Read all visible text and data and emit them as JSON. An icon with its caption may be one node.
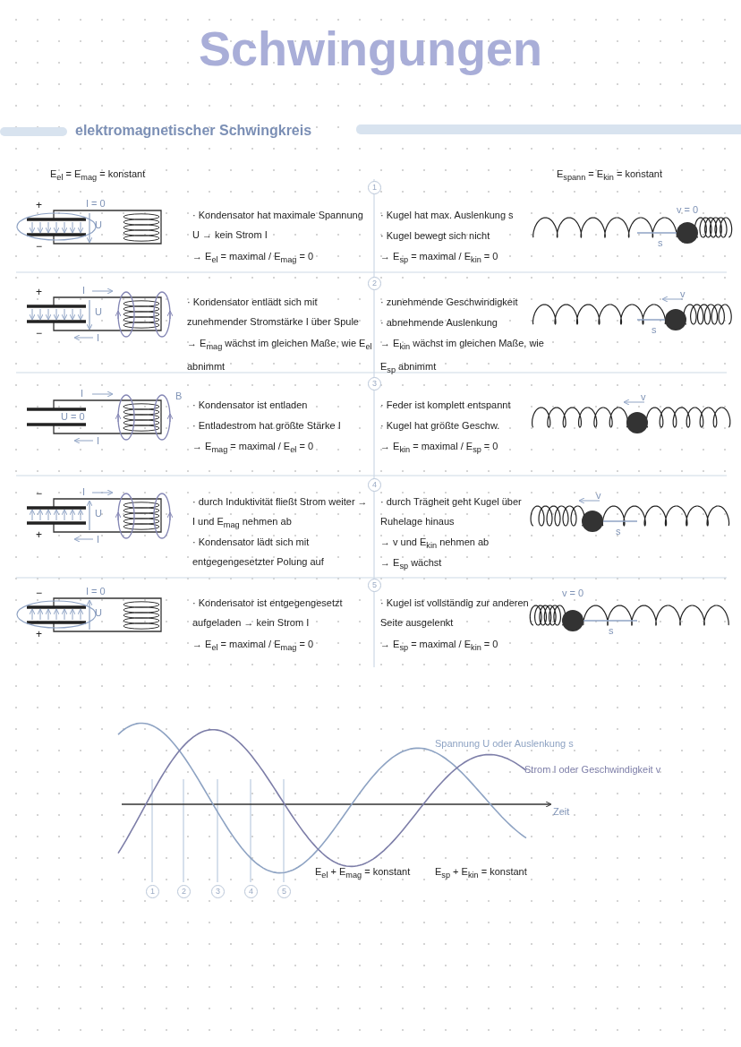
{
  "diagram": {
    "title": "Schwingungen",
    "labels": [
      "elektromagnetischer Schwingkreis",
      "E$_{el}$ = E$_{mag}$ = konstant",
      "E$_{spann}$ = E$_{kin}$ = konstant",
      "1",
      "+",
      "I = 0",
      "U",
      "−",
      "· Kondensator hat maximale Spannung U → kein Strom I",
      "→ E$_{el}$ = maximal / E$_{mag}$ = 0",
      "· Kugel hat max. Auslenkung s",
      "· Kugel bewegt sich nicht",
      "→ E$_{sp}$ = maximal / E$_{kin}$ = 0",
      "v = 0",
      "s",
      "2",
      "+",
      "I",
      "U",
      "−",
      "I",
      "· Kondensator entlädt sich mit zunehmender Stromstärke I über Spule",
      "→ E$_{mag}$ wächst im gleichen Maße, wie E$_{el}$ abnimmt",
      "· zunehmende Geschwindigkeit",
      "· abnehmende Auslenkung",
      "→ E$_{kin}$ wächst im gleichen Maße, wie E$_{sp}$ abnimmt",
      "v",
      "s",
      "3",
      "I",
      "U = 0",
      "B",
      "I",
      "· Kondensator ist entladen",
      "· Entladestrom hat größte Stärke I",
      "→ E$_{mag}$ = maximal / E$_{el}$ = 0",
      "· Feder ist komplett entspannt",
      "· Kugel hat größte Geschw.",
      "→ E$_{kin}$ = maximal / E$_{sp}$ = 0",
      "v",
      "4",
      "−",
      "I",
      "U",
      "+",
      "I",
      "· durch Induktivität fließt Strom weiter → I und E$_{mag}$ nehmen ab",
      "· Kondensator lädt sich mit entgegengesetzter Polung auf",
      "· durch Trägheit geht Kugel über Ruhelage hinaus",
      "→ v und E$_{kin}$ nehmen ab",
      "→ E$_{sp}$ wächst",
      "v",
      "s",
      "5",
      "−",
      "I = 0",
      "U",
      "+",
      "· Kondensator ist entgegengesetzt aufgeladen → kein Strom I",
      "→ E$_{el}$ = maximal / E$_{mag}$ = 0",
      "· Kugel ist vollständig zur anderen Seite ausgelenkt",
      "→ E$_{sp}$ = maximal / E$_{kin}$ = 0",
      "v = 0",
      "s",
      "Spannung U oder Auslenkung s",
      "Strom I oder Geschwindigkeit v",
      "Zeit",
      "E$_{el}$ + E$_{mag}$ = konstant",
      "E$_{sp}$ + E$_{kin}$ = konstant",
      "1",
      "2",
      "3",
      "4",
      "5"
    ]
  }
}
